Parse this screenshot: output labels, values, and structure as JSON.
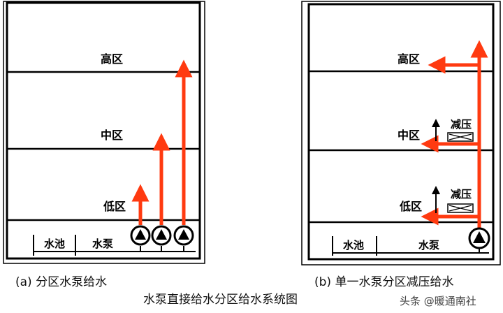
{
  "left_panel": {
    "zones": {
      "high": "高区",
      "mid": "中区",
      "low": "低区"
    },
    "pool_label": "水池",
    "pump_label": "水泵"
  },
  "right_panel": {
    "zones": {
      "high": "高区",
      "mid": "中区",
      "low": "低区"
    },
    "prv_label_mid": "减压",
    "prv_label_low": "减压",
    "pool_label": "水池",
    "pump_label": "水泵"
  },
  "captions": {
    "a": "(a)  分区水泵给水",
    "b": "(b)  单一水泵分区减压给水",
    "main": "水泵直接给水分区给水系统图"
  },
  "watermark": "头条 @暖通南社",
  "colors": {
    "pipe": "#ff3a10",
    "line": "#000000"
  }
}
